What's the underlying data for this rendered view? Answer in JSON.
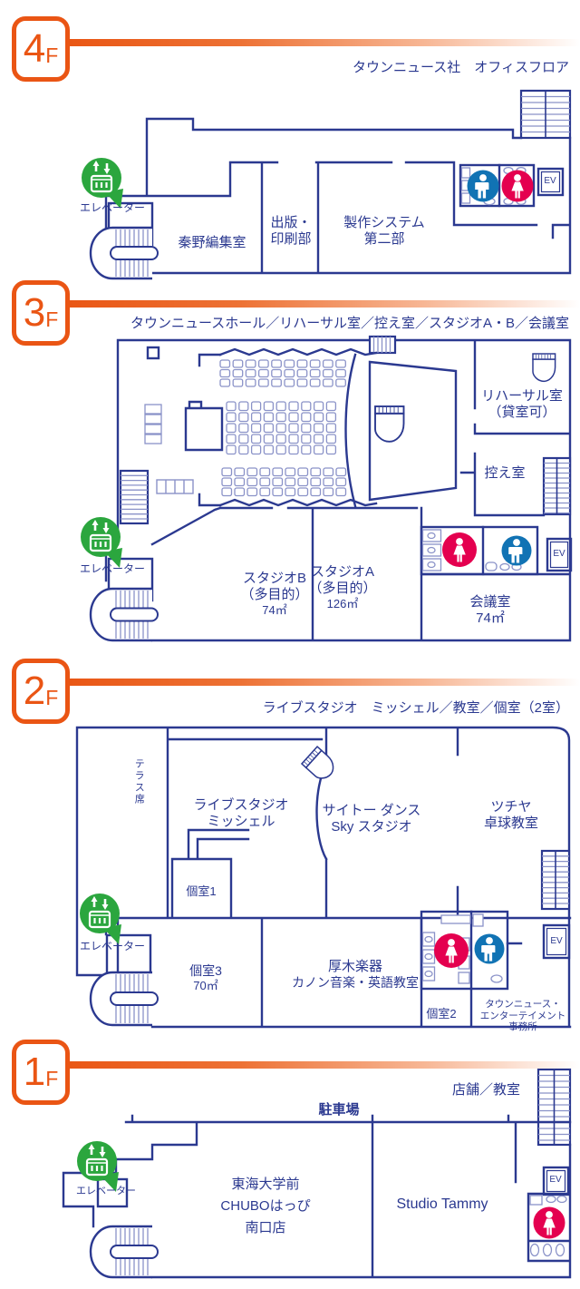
{
  "legend": {
    "elevator_label": "エレベーター",
    "ev_label": "EV"
  },
  "colors": {
    "wall_navy": "#2B3990",
    "accent_orange": "#EA5514",
    "elevator_green": "#2BA63E",
    "mens_blue": "#1173B4",
    "womens_red": "#E4004F"
  },
  "floors": [
    {
      "badge": "4",
      "suffix": "F",
      "subtitle": "タウンニュース社　オフィスフロア",
      "rooms": {
        "hadano": "秦野編集室",
        "pub1": "出版・",
        "pub2": "印刷部",
        "prod1": "製作システム",
        "prod2": "第二部"
      }
    },
    {
      "badge": "3",
      "suffix": "F",
      "subtitle": "タウンニュースホール／リハーサル室／控え室／スタジオA・B／会議室",
      "rooms": {
        "rehearsal1": "リハーサル室",
        "rehearsal2": "（貸室可）",
        "anteroom": "控え室",
        "studioB1": "スタジオB",
        "studioB2": "（多目的）",
        "studioB3": "74㎡",
        "studioA1": "スタジオA",
        "studioA2": "（多目的）",
        "studioA3": "126㎡",
        "meeting1": "会議室",
        "meeting2": "74㎡"
      }
    },
    {
      "badge": "2",
      "suffix": "F",
      "subtitle": "ライブスタジオ　ミッシェル／教室／個室（2室）",
      "rooms": {
        "terrace": "テラス席",
        "live1": "ライブスタジオ",
        "live2": "ミッシェル",
        "room1": "個室1",
        "dance1": "サイトー ダンス",
        "dance2": "Sky スタジオ",
        "tsuchiya1": "ツチヤ",
        "tsuchiya2": "卓球教室",
        "room3a": "個室3",
        "room3b": "70㎡",
        "atsugi1": "厚木楽器",
        "atsugi2": "カノン音楽・英語教室",
        "room2": "個室2",
        "tn1": "タウンニュース・",
        "tn2": "エンターテイメント",
        "tn3": "事務所"
      }
    },
    {
      "badge": "1",
      "suffix": "F",
      "subtitle": "店舗／教室",
      "rooms": {
        "parking": "駐車場",
        "chubo1": "東海大学前",
        "chubo2": "CHUBOはっぴ",
        "chubo3": "南口店",
        "tammy": "Studio Tammy"
      }
    }
  ]
}
